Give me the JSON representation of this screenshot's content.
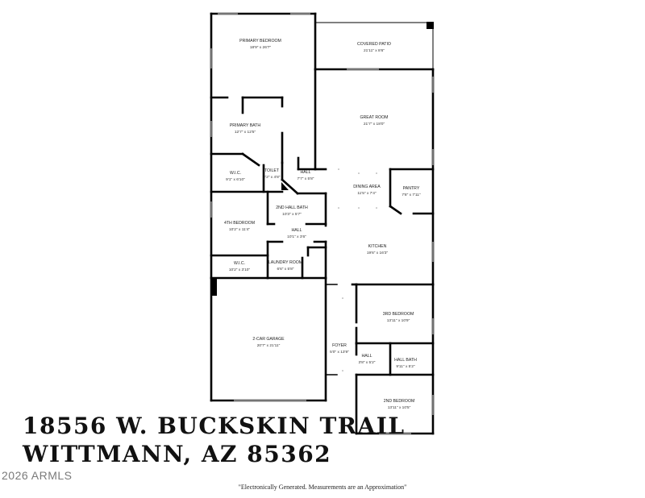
{
  "address": {
    "line1": "18556 W. BUCKSKIN TRAIL",
    "line2": "WITTMANN, AZ 85362"
  },
  "copyright": "2026 ARMLS",
  "disclaimer": "\"Electronically Generated.  Measurements are an Approximation\"",
  "rooms": {
    "primary_bedroom": {
      "name": "PRIMARY BEDROOM",
      "size": "18'9\" x 26'7\""
    },
    "covered_patio": {
      "name": "COVERED PATIO",
      "size": "21'11\" x 8'6\""
    },
    "great_room": {
      "name": "GREAT ROOM",
      "size": "21'7\" x 18'0\""
    },
    "primary_bath": {
      "name": "PRIMARY BATH",
      "size": "12'7\" x 12'5\""
    },
    "wic_primary": {
      "name": "W.I.C.",
      "size": "9'1\" x 6'10\""
    },
    "toilet": {
      "name": "TOILET",
      "size": "2'2\" x 4'8\""
    },
    "hall_1": {
      "name": "HALL",
      "size": "7'7\" x 5'8\""
    },
    "dining_area": {
      "name": "DINING AREA",
      "size": "11'5\" x 7'4\""
    },
    "pantry": {
      "name": "PANTRY",
      "size": "7'8\" x 7'11\""
    },
    "second_hall_bath": {
      "name": "2ND HALL BATH",
      "size": "10'3\" x 5'7\""
    },
    "fourth_bedroom": {
      "name": "4TH BEDROOM",
      "size": "10'2\" x 11'4\""
    },
    "hall_2": {
      "name": "HALL",
      "size": "10'1\" x 3'6\""
    },
    "kitchen": {
      "name": "KITCHEN",
      "size": "19'6\" x 16'3\""
    },
    "wic_fourth": {
      "name": "W.I.C.",
      "size": "10'2\" x 3'10\""
    },
    "laundry_room": {
      "name": "LAUNDRY ROOM",
      "size": "6'6\" x 5'8\""
    },
    "third_bedroom": {
      "name": "3RD BEDROOM",
      "size": "13'11\" x 10'9\""
    },
    "garage": {
      "name": "2-CAR GARAGE",
      "size": "20'7\" x 21'11\""
    },
    "foyer": {
      "name": "FOYER",
      "size": "5'0\" x 13'9\""
    },
    "hall_3": {
      "name": "HALL",
      "size": "3'8\" x 5'2\""
    },
    "hall_bath": {
      "name": "HALL BATH",
      "size": "9'11\" x 5'2\""
    },
    "second_bedroom": {
      "name": "2ND BEDROOM",
      "size": "13'11\" x 10'5\""
    }
  }
}
